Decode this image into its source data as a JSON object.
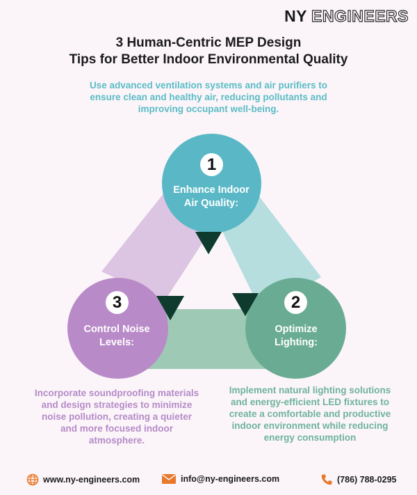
{
  "brand": {
    "ny": "NY",
    "engineers": "ENGINEERS"
  },
  "title": {
    "line1": "3 Human-Centric MEP Design",
    "line2": "Tips for Better Indoor Environmental Quality"
  },
  "tips": [
    {
      "number": "1",
      "label_line1": "Enhance Indoor",
      "label_line2": "Air Quality:",
      "description": "Use advanced ventilation systems and air purifiers to ensure clean and healthy air, reducing pollutants and improving occupant well-being.",
      "color": "#5ab8c6"
    },
    {
      "number": "2",
      "label_line1": "Optimize",
      "label_line2": "Lighting:",
      "description": "Implement natural lighting solutions and energy-efficient LED fixtures to create a comfortable and productive indoor environment while reducing energy consumption",
      "color": "#6aac93"
    },
    {
      "number": "3",
      "label_line1": "Control Noise",
      "label_line2": "Levels:",
      "description": "Incorporate soundproofing materials and design strategies to minimize noise pollution, creating a quieter and more focused indoor atmosphere.",
      "color": "#b98ac8"
    }
  ],
  "footer": {
    "website": "www.ny-engineers.com",
    "email": "info@ny-engineers.com",
    "phone": "(786) 788-0295"
  },
  "icons": {
    "website": "globe-icon",
    "email": "envelope-icon",
    "phone": "phone-icon"
  },
  "colors": {
    "background": "#fbf5fa",
    "arrow": "#0f3a2e",
    "icon_orange": "#e8782a"
  }
}
